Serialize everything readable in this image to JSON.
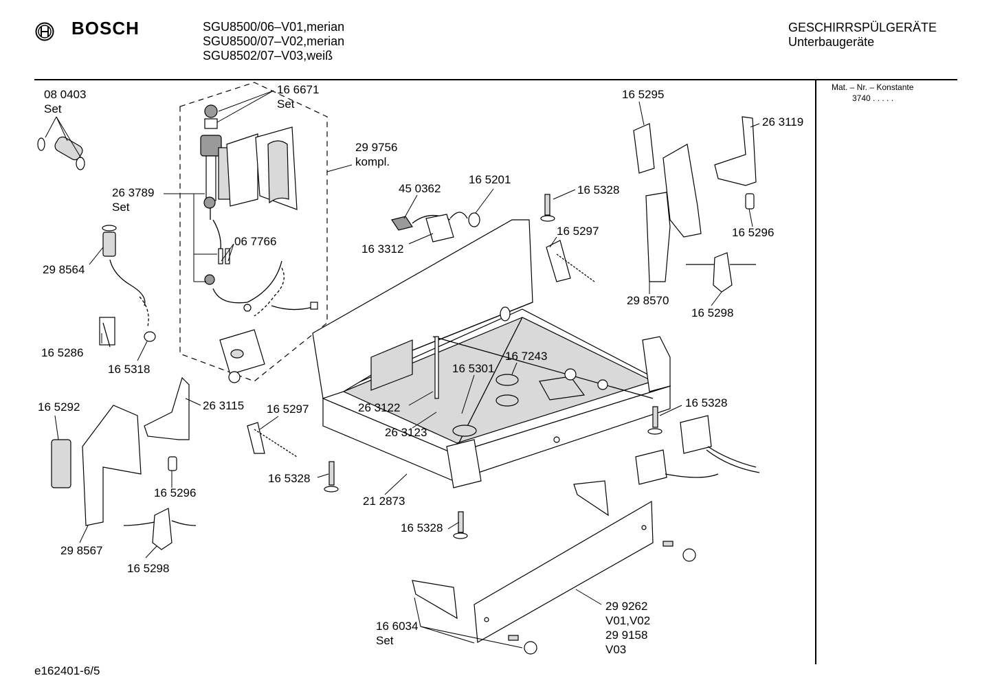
{
  "header": {
    "brand": "BOSCH",
    "models": [
      "SGU8500/06–V01,merian",
      "SGU8500/07–V02,merian",
      "SGU8502/07–V03,weiß"
    ],
    "category": "GESCHIRRSPÜLGERÄTE",
    "subcategory": "Unterbaugeräte"
  },
  "side_note": {
    "title": "Mat. – Nr. – Konstante",
    "value": "3740  .   .   .   .   ."
  },
  "footer": {
    "doc_id": "e162401-6/5"
  },
  "labels": [
    "08 0403",
    "Set",
    "16 6671",
    "Set",
    "29 9756",
    "kompl.",
    "26 3789",
    "Set",
    "06 7766",
    "29 8564",
    "16 5286",
    "16 5318",
    "45 0362",
    "16 5201",
    "16 3312",
    "16 5328",
    "16 5297",
    "16 5295",
    "26 3119",
    "16 5296",
    "29 8570",
    "16 5298",
    "16 7243",
    "16 5301",
    "26 3122",
    "26 3123",
    "16 5292",
    "26 3115",
    "16 5297",
    "16 5296",
    "16 5328",
    "21 2873",
    "29 8567",
    "16 5298",
    "16 5328",
    "16 5328",
    "29 9262",
    "V01,V02",
    "29 9158",
    "V03",
    "16 6034",
    "Set"
  ]
}
